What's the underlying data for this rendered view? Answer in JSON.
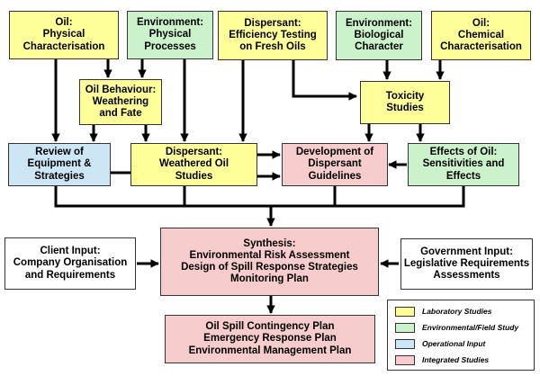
{
  "boxes": {
    "oil_physical": [
      "Oil:",
      "Physical",
      "Characterisation"
    ],
    "env_physical": [
      "Environment:",
      "Physical",
      "Processes"
    ],
    "dispersant_testing": [
      "Dispersant:",
      "Efficiency Testing",
      "on Fresh Oils"
    ],
    "env_biological": [
      "Environment:",
      "Biological",
      "Character"
    ],
    "oil_chemical": [
      "Oil:",
      "Chemical",
      "Characterisation"
    ],
    "oil_behaviour": [
      "Oil Behaviour:",
      "Weathering",
      "and Fate"
    ],
    "toxicity": [
      "Toxicity",
      "Studies"
    ],
    "review_equipment": [
      "Review of",
      "Equipment &",
      "Strategies"
    ],
    "dispersant_weathered": [
      "Dispersant:",
      "Weathered Oil",
      "Studies"
    ],
    "dispersant_guidelines": [
      "Development of",
      "Dispersant",
      "Guidelines"
    ],
    "effects_oil": [
      "Effects of Oil:",
      "Sensitivities and",
      "Effects"
    ],
    "client_input": [
      "Client Input:",
      "Company Organisation",
      "and Requirements"
    ],
    "synthesis": [
      "Synthesis:",
      "Environmental Risk Assessment",
      "Design of Spill Response Strategies",
      "Monitoring Plan"
    ],
    "government_input": [
      "Government  Input:",
      "Legislative Requirements",
      "Assessments"
    ],
    "contingency": [
      "Oil Spill Contingency Plan",
      "Emergency Response Plan",
      "Environmental Management Plan"
    ]
  },
  "legend": {
    "items": [
      {
        "label": "Laboratory Studies",
        "color": "#ffff99"
      },
      {
        "label": "Environmental/Field Study",
        "color": "#cbf2cb"
      },
      {
        "label": "Operational Input",
        "color": "#cce6f6"
      },
      {
        "label": "Integrated Studies",
        "color": "#f7cccc"
      }
    ]
  }
}
